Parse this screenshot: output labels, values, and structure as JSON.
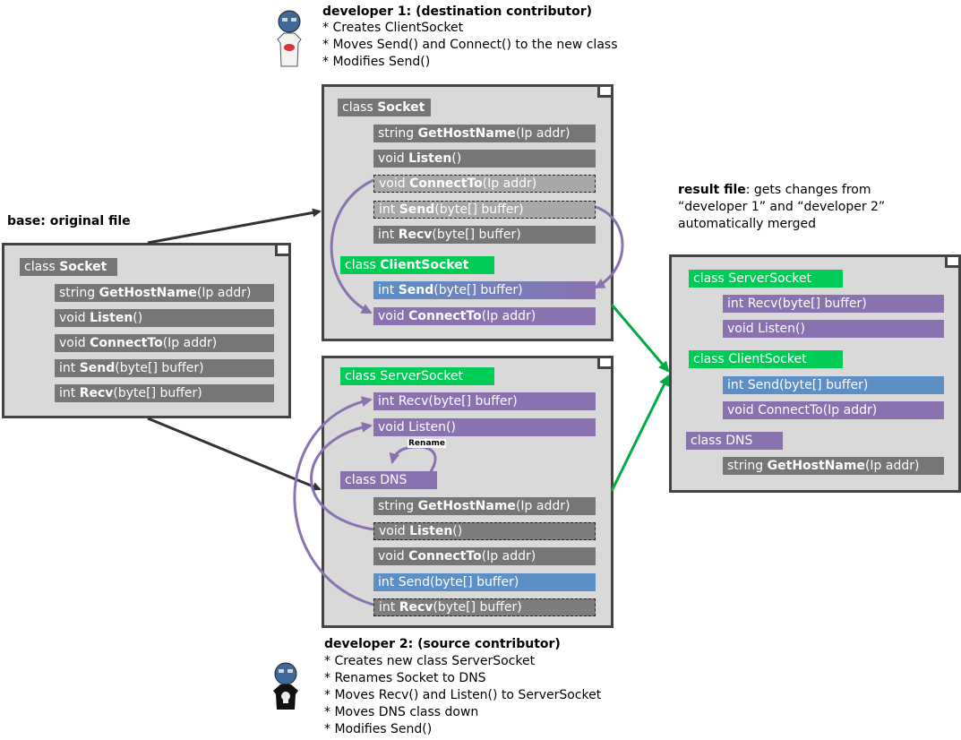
{
  "dev1": {
    "heading": "developer 1: (destination contributor)",
    "lines": [
      "* Creates ClientSocket",
      "* Moves Send() and Connect() to the new class",
      "* Modifies Send()"
    ]
  },
  "dev2": {
    "heading": "developer 2: (source contributor)",
    "lines": [
      "* Creates new class ServerSocket",
      "* Renames Socket to DNS",
      "* Moves Recv() and Listen() to ServerSocket",
      "* Moves DNS class down",
      "* Modifies Send()"
    ]
  },
  "base": {
    "label": "base: original file",
    "class_prefix": "class ",
    "class_name": "Socket",
    "rows": [
      {
        "pre": "string ",
        "name": "GetHostName",
        "post": "(Ip addr)"
      },
      {
        "pre": "void ",
        "name": "Listen",
        "post": "()"
      },
      {
        "pre": "void ",
        "name": "ConnectTo",
        "post": "(Ip addr)"
      },
      {
        "pre": "int ",
        "name": "Send",
        "post": "(byte[] buffer)"
      },
      {
        "pre": "int ",
        "name": "Recv",
        "post": "(byte[] buffer)"
      }
    ]
  },
  "d1file": {
    "class_prefix": "class ",
    "class_name": "Socket",
    "rows": [
      {
        "pre": "string ",
        "name": "GetHostName",
        "post": "(Ip addr)"
      },
      {
        "pre": "void ",
        "name": "Listen",
        "post": "()"
      },
      {
        "pre": "void ",
        "name": "ConnectTo",
        "post": "(Ip addr)"
      },
      {
        "pre": "int ",
        "name": "Send",
        "post": "(byte[] buffer)"
      },
      {
        "pre": "int ",
        "name": "Recv",
        "post": "(byte[] buffer)"
      }
    ],
    "client_prefix": "class ",
    "client_name": "ClientSocket",
    "client_rows": [
      {
        "pre": "int ",
        "name": "Send",
        "post": "(byte[] buffer)"
      },
      {
        "pre": "void ",
        "name": "ConnectTo",
        "post": "(Ip addr)"
      }
    ]
  },
  "d2file": {
    "server_label": "class ServerSocket",
    "server_rows": [
      "int Recv(byte[] buffer)",
      "void Listen()"
    ],
    "rename_label": "Rename",
    "dns_label": "class DNS",
    "rows": [
      {
        "pre": "string ",
        "name": "GetHostName",
        "post": "(Ip addr)"
      },
      {
        "pre": "void ",
        "name": "Listen",
        "post": "()"
      },
      {
        "pre": "void ",
        "name": "ConnectTo",
        "post": "(Ip addr)"
      },
      {
        "plain": "int Send(byte[] buffer)"
      },
      {
        "pre": "int ",
        "name": "Recv",
        "post": "(byte[] buffer)"
      }
    ]
  },
  "result": {
    "label_bold": "result file",
    "label_rest": ": gets changes from",
    "label_lines": [
      "“developer 1” and “developer 2”",
      "automatically merged"
    ],
    "server_label": "class ServerSocket",
    "server_rows": [
      "int Recv(byte[] buffer)",
      "void Listen()"
    ],
    "client_label": "class ClientSocket",
    "client_rows": [
      "int Send(byte[] buffer)",
      "void ConnectTo(Ip addr)"
    ],
    "dns_label": "class DNS",
    "dns_row": {
      "pre": "string ",
      "name": "GetHostName",
      "post": "(Ip addr)"
    }
  },
  "colors": {
    "gray": "#767676",
    "green": "#00cc55",
    "purple": "#8a72b0",
    "blue": "#5b8fc6",
    "arrow_dark": "#333333",
    "arrow_green": "#00aa44"
  }
}
